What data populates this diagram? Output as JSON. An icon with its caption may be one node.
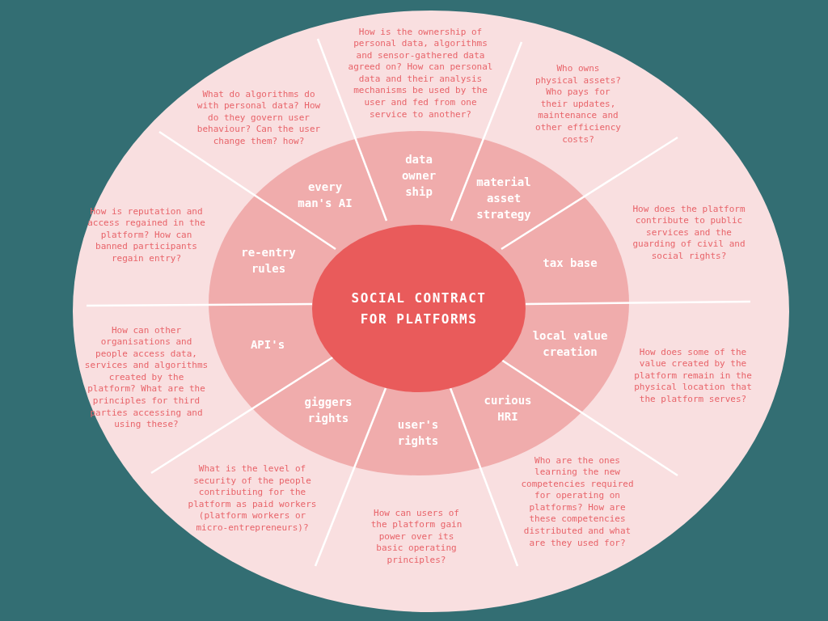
{
  "diagram": {
    "nodes": [
      {
        "text": [
          "SOCIAL CONTRACT FOR PLATFORMS"
        ]
      },
      {
        "text": [
          "How is the ownership of personal data, algorithms and sensor-gathered data agreed on? How can personal data and their analysis mechanisms be used by the user and fed from one service to another?",
          "data owner ship"
        ]
      },
      {
        "text": [
          "material asset strategy",
          "Who owns physical assets? Who pays for their updates, maintenance and other efficiency costs?"
        ]
      },
      {
        "text": [
          "tax base",
          "How does the platform contribute to public services and the guarding of civil and social rights?"
        ]
      },
      {
        "text": [
          "local value creation",
          "How does some of the value created by the platform remain in the physical location that the platform serves?"
        ]
      },
      {
        "text": [
          "curious HRI",
          "Who are the ones learning the new competencies required for operating on platforms? How are these competencies distributed and what are they used for?"
        ]
      },
      {
        "text": [
          "user's rights",
          "How can users of the platform gain power over its basic operating principles?"
        ]
      },
      {
        "text": [
          "giggers rights",
          "What is the level of security of the people contributing for the platform as paid workers (platform workers or micro-entrepreneurs)?"
        ]
      },
      {
        "text": [
          "How can other organisations and people access data, services and algorithms created by the platform? What are the principles for third parties accessing and using these?",
          "API's"
        ]
      },
      {
        "text": [
          "How is reputation and access regained in the platform? How can banned participants regain entry?",
          "re-entry rules"
        ]
      },
      {
        "text": [
          "What do algorithms do with personal data? How do they govern user behaviour? Can the user change them? how?",
          "every man's AI"
        ]
      }
    ],
    "edges": []
  }
}
